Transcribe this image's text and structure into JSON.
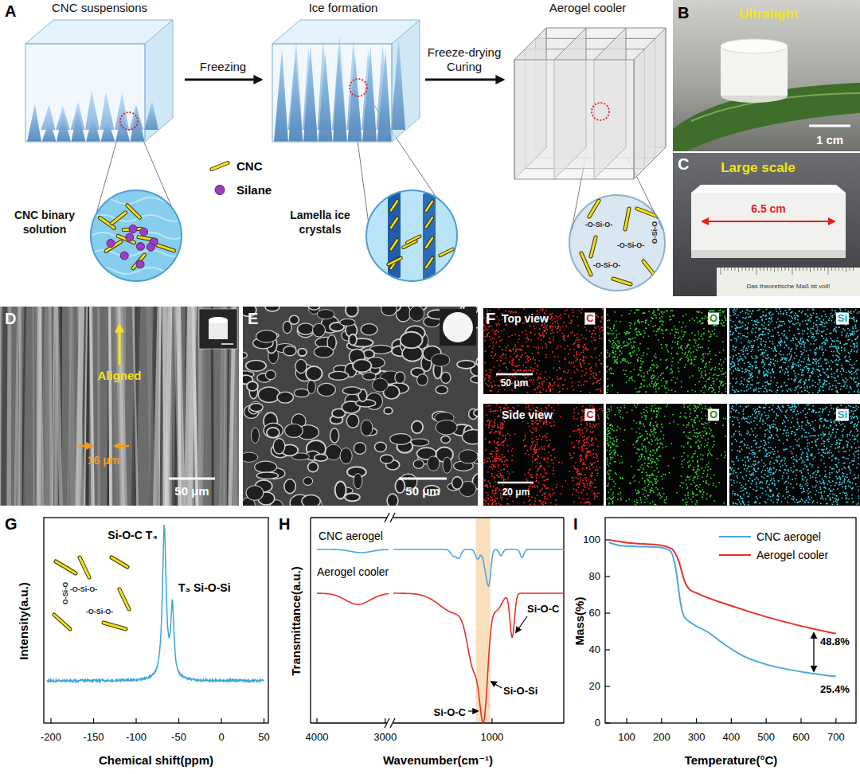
{
  "diagram": {
    "nodes": [
      {
        "text": [
          "CNC suspensions"
        ]
      },
      {
        "text": [
          "Ice formation"
        ]
      },
      {
        "text": [
          "Aerogel cooler"
        ]
      },
      {
        "text": [
          "CNC binary solution"
        ]
      },
      {
        "text": [
          "Lamella ice crystals"
        ]
      }
    ],
    "edges": [
      {
        "from": 0,
        "to": 1,
        "arrow": "to",
        "label": "Freezing"
      },
      {
        "from": 1,
        "to": 2,
        "arrow": "to",
        "label": "Freeze-drying Curing"
      }
    ],
    "labels": [
      "A",
      "B",
      "C",
      "D",
      "E",
      "F",
      "G",
      "H",
      "I",
      "Ultralight",
      "1 cm",
      "Large scale",
      "6.5 cm",
      "Das theoretische Maß ist voll!",
      "-O-Si-O-",
      "-O-Si-O-",
      "-O-Si-O-",
      "O-Si-O",
      "Aligned",
      "16 μm",
      "50 μm",
      "50 μm",
      "Top view",
      "C",
      "O",
      "Si",
      "50 μm",
      "Side view",
      "C",
      "O",
      "Si",
      "20 μm",
      "-O-Si-O-",
      "-O-Si-O-",
      "O-Si-O",
      "Si-O-C T₄",
      "T₃ Si-O-Si",
      "Intensity(a.u.)",
      "Chemical shift(ppm)",
      "-200",
      "-150",
      "-100",
      "-50",
      "0",
      "50",
      "CNC aerogel",
      "Aerogel cooler",
      "Si-O-C",
      "Si-O-C",
      "Si-O-Si",
      "Transmittance(a.u.)",
      "Wavenumber(cm⁻¹)",
      "4000",
      "3000",
      "1000",
      "Mass(%)",
      "Temperature(°C)",
      "0",
      "20",
      "40",
      "60",
      "80",
      "100",
      "100",
      "200",
      "300",
      "400",
      "500",
      "600",
      "700",
      "48.8%",
      "25.4%"
    ],
    "legend": [
      {
        "text": "CNC"
      },
      {
        "text": "Silane"
      },
      {
        "text": "CNC aerogel"
      },
      {
        "text": "Aerogel cooler"
      }
    ]
  }
}
